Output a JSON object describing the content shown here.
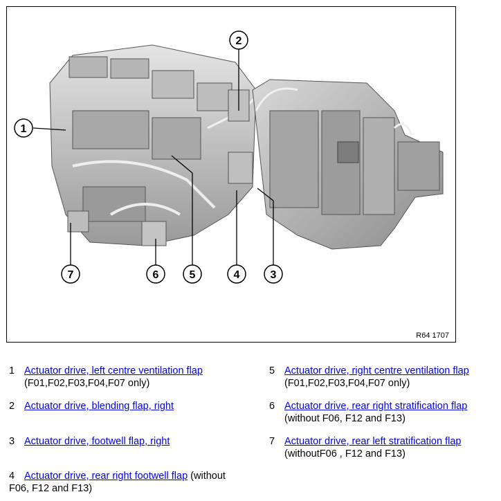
{
  "figure": {
    "id_label": "R64 1707",
    "callouts": [
      "1",
      "2",
      "3",
      "4",
      "5",
      "6",
      "7"
    ]
  },
  "legend": [
    {
      "num": "1",
      "link": "Actuator drive, left centre ventilation flap",
      "note_inline": "",
      "note": "(F01,F02,F03,F04,F07 only)"
    },
    {
      "num": "2",
      "link": "Actuator drive, blending flap, right",
      "note_inline": "",
      "note": ""
    },
    {
      "num": "3",
      "link": "Actuator drive, footwell flap, right",
      "note_inline": "",
      "note": ""
    },
    {
      "num": "4",
      "link": "Actuator drive, rear right footwell flap",
      "note_inline": " (without",
      "note": "F06, F12 and F13)"
    },
    {
      "num": "5",
      "link": "Actuator drive, right centre ventilation flap",
      "note_inline": "",
      "note": "(F01,F02,F03,F04,F07 only)"
    },
    {
      "num": "6",
      "link": "Actuator drive, rear right stratification flap",
      "note_inline": "",
      "note": "(without F06, F12 and F13)"
    },
    {
      "num": "7",
      "link": "Actuator drive, rear left stratification flap",
      "note_inline": "",
      "note": "(withoutF06 , F12 and F13)"
    }
  ],
  "colors": {
    "link": "#0000ee",
    "line": "#000000",
    "housing": "#c9c9c9",
    "housing_dark": "#8a8a8a"
  }
}
